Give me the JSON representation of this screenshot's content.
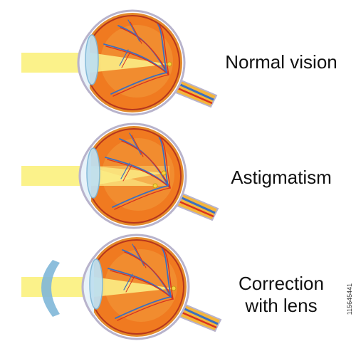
{
  "colors": {
    "background": "#ffffff",
    "eyeball_outline": "#b8b3cc",
    "sclera": "#e48a2b",
    "choroid": "#b7361d",
    "retina": "#f07a20",
    "inner": "#f39a3c",
    "lens": "#bfe0f0",
    "lens_edge": "#7fb6d6",
    "light_beam": "#fbf28a",
    "focus_point": "#f4d341",
    "vein_blue": "#3a6fc1",
    "artery_red": "#d8321e",
    "optic_nerve": "#f4b53b",
    "corrective_lens": "#7fb7d8",
    "text": "#111111"
  },
  "panels": [
    {
      "label_lines": [
        "Normal vision"
      ],
      "icon": "eye-normal-vision-icon"
    },
    {
      "label_lines": [
        "Astigmatism"
      ],
      "icon": "eye-astigmatism-icon"
    },
    {
      "label_lines": [
        "Correction",
        "with lens"
      ],
      "icon": "eye-corrected-icon"
    }
  ],
  "stock_id": "115645441"
}
